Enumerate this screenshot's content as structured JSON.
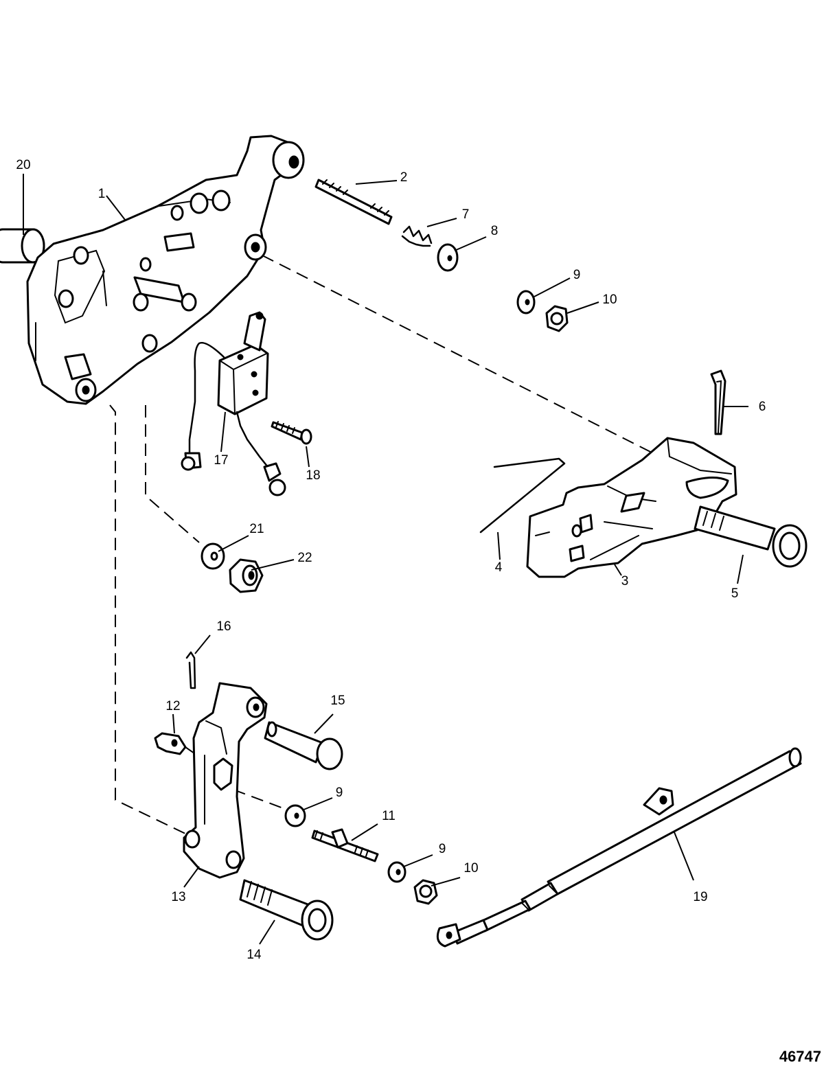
{
  "figure_number": "46747",
  "callouts": {
    "c1": "1",
    "c2": "2",
    "c3": "3",
    "c4": "4",
    "c5": "5",
    "c6": "6",
    "c7": "7",
    "c8": "8",
    "c9a": "9",
    "c9b": "9",
    "c9c": "9",
    "c10a": "10",
    "c10b": "10",
    "c11": "11",
    "c12": "12",
    "c13": "13",
    "c14": "14",
    "c15": "15",
    "c16": "16",
    "c17": "17",
    "c18": "18",
    "c19": "19",
    "c20": "20",
    "c21": "21",
    "c22": "22"
  }
}
